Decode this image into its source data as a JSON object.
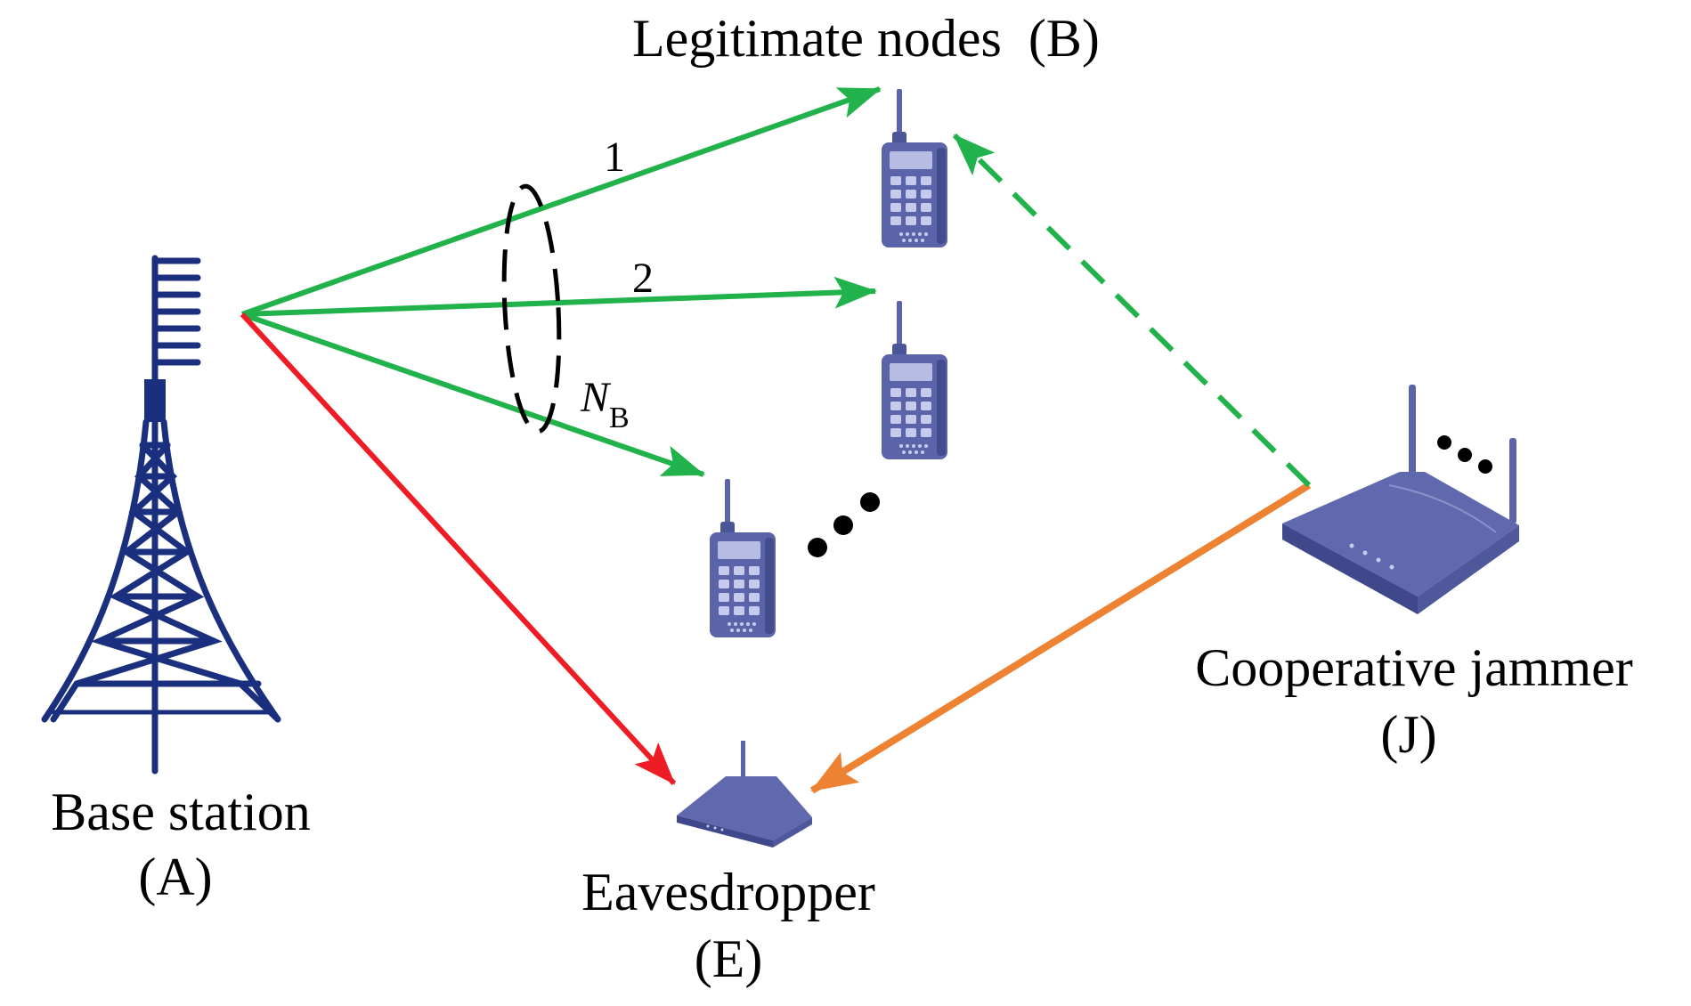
{
  "labels": {
    "legit_title": "Legitimate nodes  (B)",
    "base_line1": "Base station",
    "base_line2": "(A)",
    "eve_line1": "Eavesdropper",
    "eve_line2": "(E)",
    "jam_line1": "Cooperative jammer",
    "jam_line2": "(J)",
    "link1": "1",
    "link2": "2",
    "linkN": "N",
    "linkN_sub": "B"
  },
  "colors": {
    "legit_link": "#21b24b",
    "eve_link": "#ee1c24",
    "jam_to_eve": "#ee8233",
    "jam_to_legit": "#21b24b",
    "tower": "#1b2f7f",
    "device": "#5b64a8"
  },
  "icons": {
    "tower": "radio-tower-icon",
    "phone": "handset-icon",
    "router": "router-icon",
    "ellipsis": "ellipsis-icon"
  }
}
